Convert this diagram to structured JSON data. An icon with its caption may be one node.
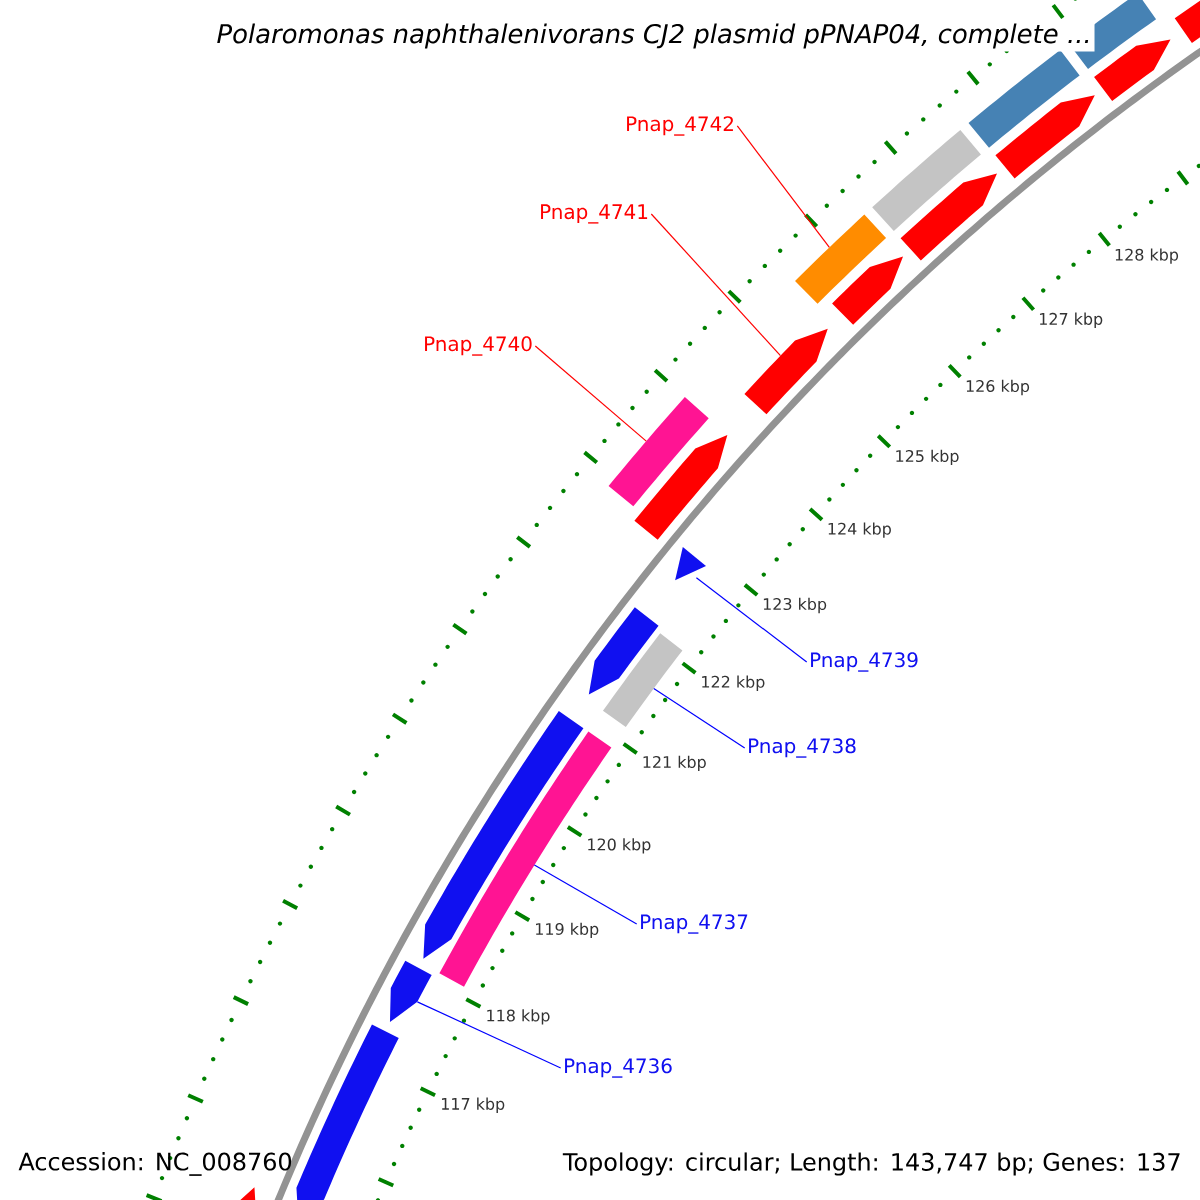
{
  "diagram": {
    "title": "Polaromonas naphthalenivorans CJ2 plasmid pPNAP04, complete ...",
    "nodes": [
      {
        "text": [
          "Pnap_4742"
        ]
      },
      {
        "text": [
          "Pnap_4741"
        ]
      },
      {
        "text": [
          "Pnap_4740"
        ]
      },
      {
        "text": [
          "Pnap_4739"
        ]
      },
      {
        "text": [
          "Pnap_4738"
        ]
      },
      {
        "text": [
          "Pnap_4737"
        ]
      },
      {
        "text": [
          "Pnap_4736"
        ]
      },
      {
        "text": [],
        "shape": "arrow"
      },
      {
        "text": [],
        "shape": "arrow"
      },
      {
        "text": [],
        "shape": "arrow"
      },
      {
        "text": [],
        "shape": "arrow"
      },
      {
        "text": [],
        "shape": "arrow"
      },
      {
        "text": [],
        "shape": "arrow"
      },
      {
        "text": [],
        "shape": "arrow"
      },
      {
        "text": [],
        "shape": "arrow"
      },
      {
        "text": [],
        "shape": "box"
      },
      {
        "text": [],
        "shape": "box"
      },
      {
        "text": [],
        "shape": "box"
      },
      {
        "text": [],
        "shape": "box"
      },
      {
        "text": [],
        "shape": "box"
      },
      {
        "text": [],
        "shape": "arrow"
      },
      {
        "text": [],
        "shape": "arrow"
      },
      {
        "text": [],
        "shape": "arrow"
      },
      {
        "text": [],
        "shape": "arrow"
      },
      {
        "text": [],
        "shape": "arrow"
      },
      {
        "text": [],
        "shape": "box"
      },
      {
        "text": [],
        "shape": "box"
      }
    ],
    "edges": [
      {
        "from": 0,
        "to": 16,
        "arrow": "none",
        "color": "#ff0000"
      },
      {
        "from": 1,
        "to": 9,
        "arrow": "none",
        "color": "#ff0000"
      },
      {
        "from": 2,
        "to": 15,
        "arrow": "none",
        "color": "#ff0000"
      },
      {
        "from": 3,
        "to": 20,
        "arrow": "none"
      },
      {
        "from": 4,
        "to": 25,
        "arrow": "none"
      },
      {
        "from": 5,
        "to": 26,
        "arrow": "none"
      },
      {
        "from": 6,
        "to": 23,
        "arrow": "none"
      }
    ],
    "labels": [
      "128 kbp",
      "127 kbp",
      "126 kbp",
      "125 kbp",
      "124 kbp",
      "123 kbp",
      "122 kbp",
      "121 kbp",
      "120 kbp",
      "119 kbp",
      "118 kbp",
      "117 kbp",
      "Accession: NC_008760",
      "Topology: circular; Length: 143,747 bp; Genes: 137"
    ]
  }
}
